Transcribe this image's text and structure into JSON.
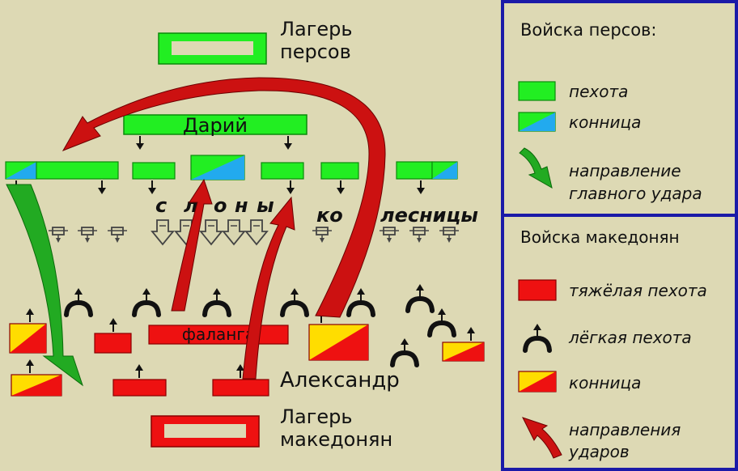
{
  "map": {
    "persian_camp": "Лагерь персов",
    "macedonian_camp": "Лагерь македонян",
    "darius": "Дарий",
    "elephants": [
      "с",
      "л",
      "о",
      "н",
      "ы"
    ],
    "chariots": [
      "ко",
      "лесницы"
    ],
    "phalanx": "фаланга",
    "alexander": "Александр"
  },
  "legend": {
    "persian_title": "Войска персов:",
    "persian_items": [
      "пехота",
      "конница"
    ],
    "persian_attack": [
      "направление",
      "главного удара"
    ],
    "macedonian_title": "Войска македонян",
    "macedonian_items": [
      "тяжёлая пехота",
      "лёгкая пехота",
      "конница"
    ],
    "macedonian_attack": [
      "направления",
      "ударов"
    ]
  },
  "colors": {
    "persian_infantry": "#22ee22",
    "persian_cavalry_accent": "#22aaee",
    "macedonian_infantry": "#ee1111",
    "macedonian_cavalry_accent": "#ffdd00",
    "macedonian_arrow": "#cc1111",
    "persian_arrow": "#22aa22",
    "panel_border": "#1a1aa8"
  },
  "icons": [
    "down-arrow-icon",
    "up-arrow-icon",
    "elephant-icon",
    "chariot-icon",
    "light-infantry-icon"
  ]
}
